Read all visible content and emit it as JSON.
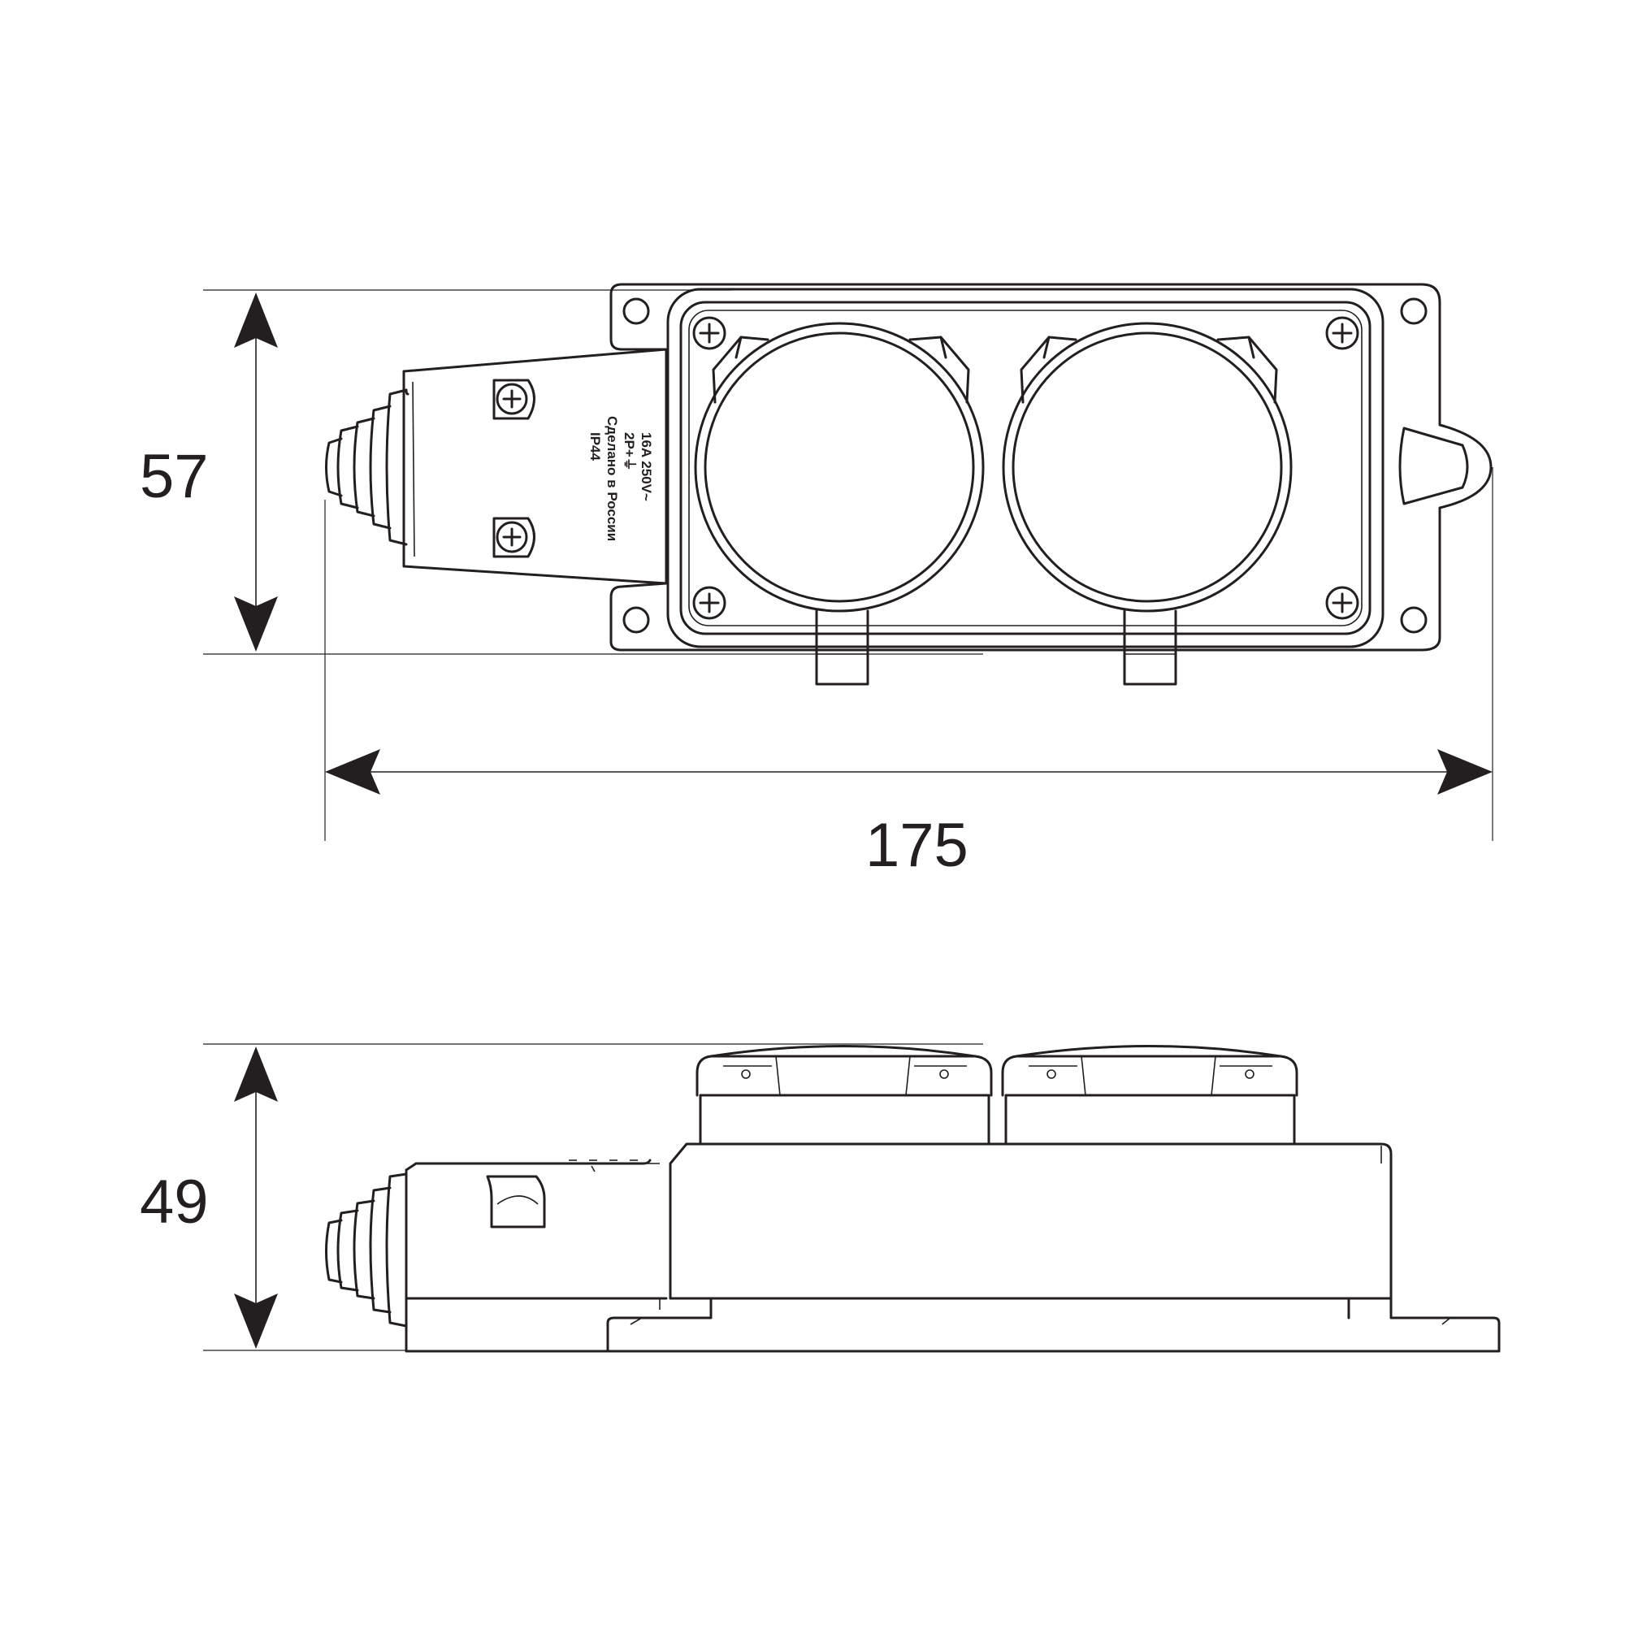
{
  "dimensions": {
    "top_height": "57",
    "length": "175",
    "side_height": "49"
  },
  "housing_label": {
    "line1": "16A 250V~",
    "line2": "2P+⏚",
    "line3": "Сделано в России",
    "line4": "IP44"
  },
  "colors": {
    "line": "#231f20",
    "background": "#ffffff"
  }
}
